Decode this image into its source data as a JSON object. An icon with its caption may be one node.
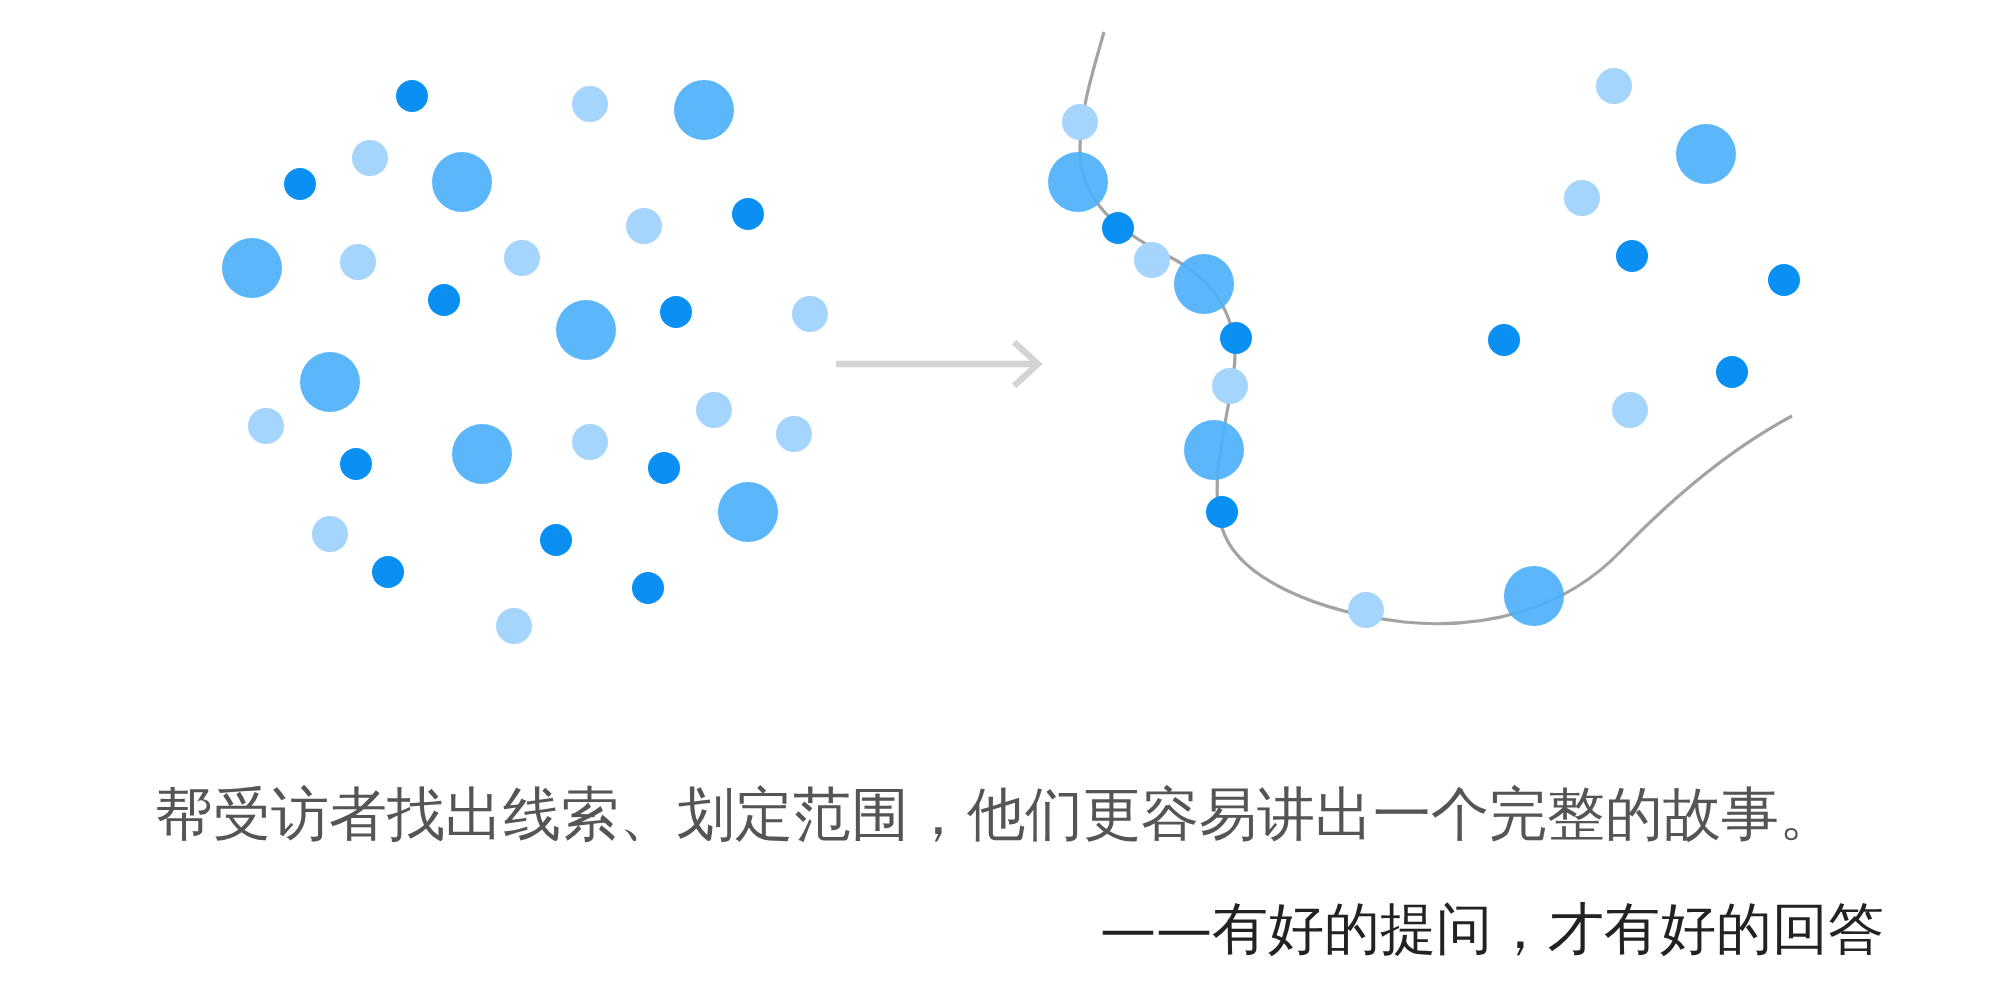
{
  "diagram": {
    "nodes": [
      {
        "text": [],
        "shape": "picture"
      },
      {
        "text": [],
        "shape": "picture"
      }
    ],
    "edges": [
      {
        "from": 0,
        "to": 1,
        "arrow": "to"
      }
    ],
    "labels": [
      "帮受访者找出线索、划定范围，他们更容易讲出一个完整的故事。",
      "——有好的提问，才有好的回答"
    ]
  }
}
